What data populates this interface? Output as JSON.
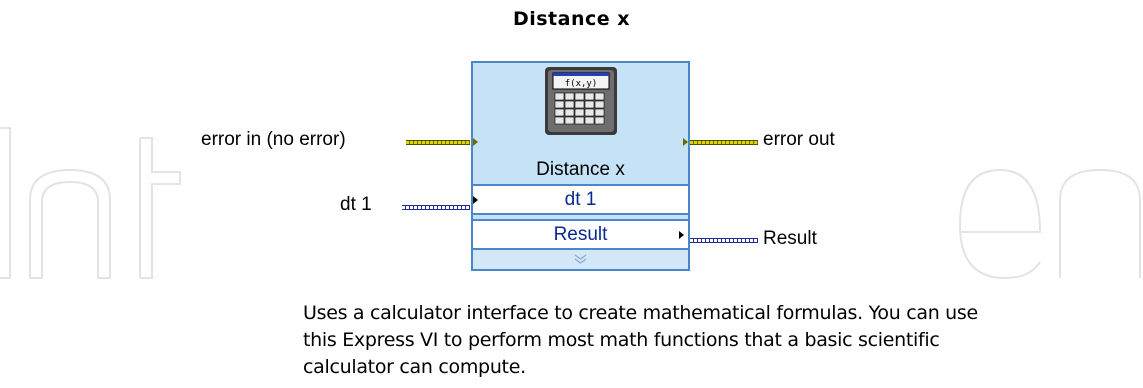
{
  "diagram": {
    "title": "Distance x",
    "node": {
      "icon": "calculator-icon",
      "icon_text": "f(x,y)",
      "name": "Distance x",
      "input_terminal": "dt 1",
      "output_terminal": "Result"
    },
    "left_labels": {
      "error_in": "error in (no error)",
      "dt": "dt 1"
    },
    "right_labels": {
      "error_out": "error out",
      "result": "Result"
    },
    "description": "Uses a calculator interface to create mathematical formulas. You can use this Express VI to perform most math functions that a basic scientific calculator can compute."
  },
  "watermark": {
    "text": "IntechOpen"
  },
  "colors": {
    "node_fill": "#c5e2f7",
    "node_border": "#4a86c8",
    "error_wire": "#d8d800",
    "numeric_wire": "#1e2c9a"
  }
}
